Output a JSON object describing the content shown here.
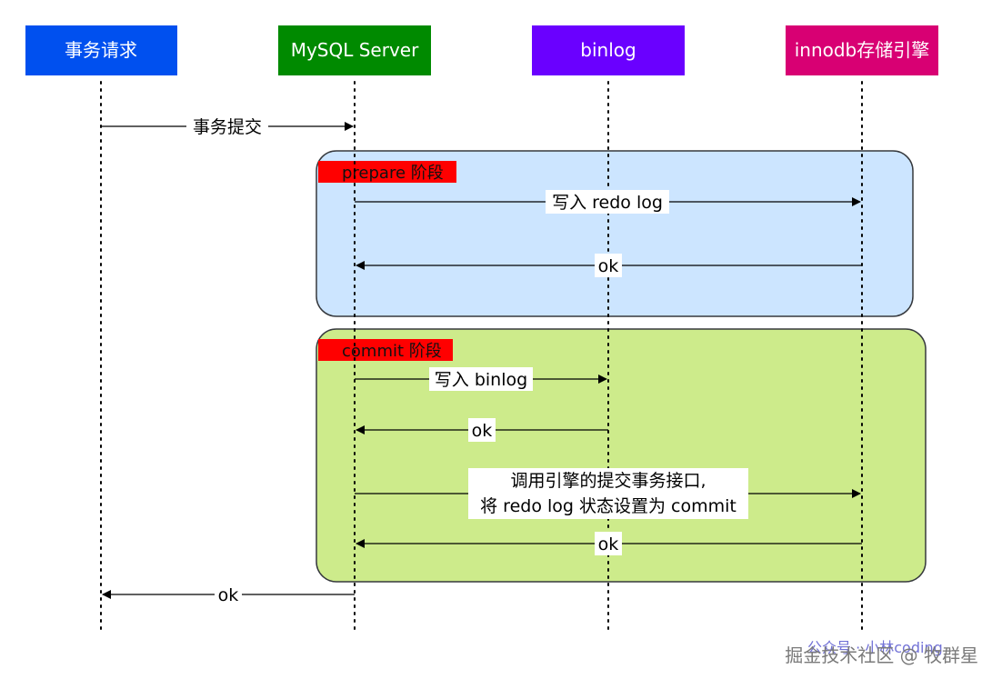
{
  "actors": [
    {
      "id": "request",
      "label": "事务请求",
      "color": "#0050ef"
    },
    {
      "id": "server",
      "label": "MySQL Server",
      "color": "#008a00"
    },
    {
      "id": "binlog",
      "label": "binlog",
      "color": "#6a00ff"
    },
    {
      "id": "innodb",
      "label": "innodb存储引擎",
      "color": "#d80073"
    }
  ],
  "phases": [
    {
      "id": "prepare",
      "label": "prepare 阶段",
      "fill": "#cce5ff",
      "stroke": "#36393d",
      "tag_color": "#ff0000"
    },
    {
      "id": "commit",
      "label": "commit 阶段",
      "fill": "#cdeb8b",
      "stroke": "#36393d",
      "tag_color": "#ff0000"
    }
  ],
  "messages": [
    {
      "id": "submit",
      "from": "request",
      "to": "server",
      "lines": [
        "事务提交"
      ]
    },
    {
      "id": "write-redo",
      "from": "server",
      "to": "innodb",
      "lines": [
        "写入 redo log"
      ]
    },
    {
      "id": "ok-redo",
      "from": "innodb",
      "to": "server",
      "lines": [
        "ok"
      ]
    },
    {
      "id": "write-binlog",
      "from": "server",
      "to": "binlog",
      "lines": [
        "写入 binlog"
      ]
    },
    {
      "id": "ok-binlog",
      "from": "binlog",
      "to": "server",
      "lines": [
        "ok"
      ]
    },
    {
      "id": "call-commit",
      "from": "server",
      "to": "innodb",
      "lines": [
        "调用引擎的提交事务接口,",
        "将 redo log 状态设置为 commit"
      ]
    },
    {
      "id": "ok-commit",
      "from": "innodb",
      "to": "server",
      "lines": [
        "ok"
      ]
    },
    {
      "id": "ok-final",
      "from": "server",
      "to": "request",
      "lines": [
        "ok"
      ]
    }
  ],
  "watermark": {
    "main": "掘金技术社区 @ 牧群星",
    "overlay": "公众号 · 小林coding"
  }
}
